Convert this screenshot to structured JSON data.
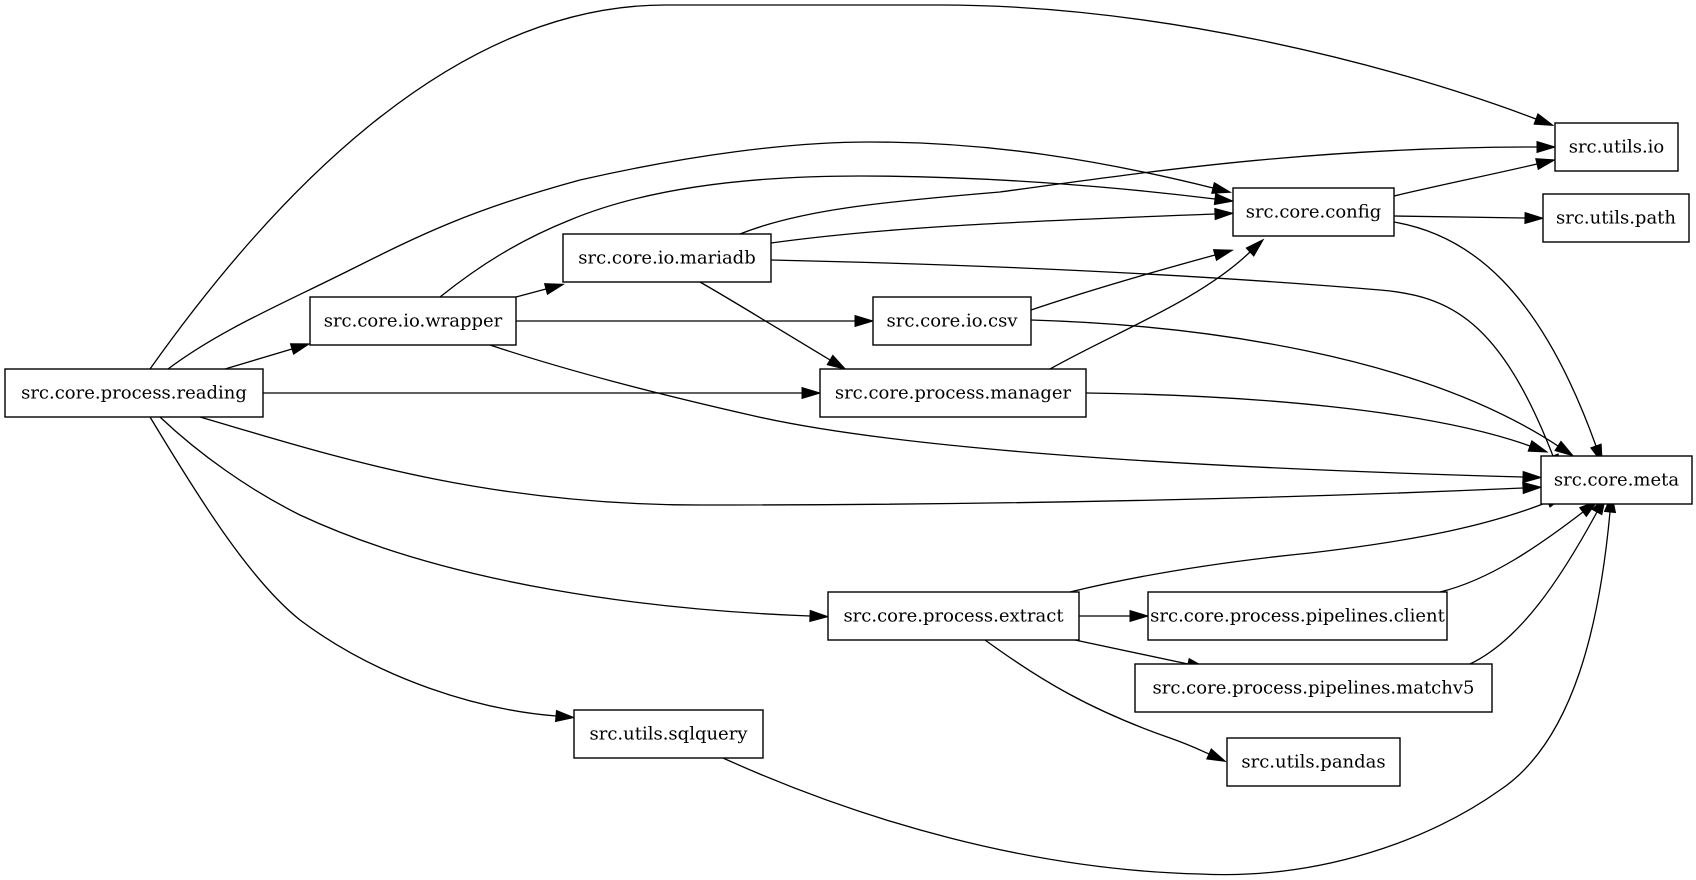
{
  "graph": {
    "nodes": [
      {
        "id": "reading",
        "label": "src.core.process.reading"
      },
      {
        "id": "wrapper",
        "label": "src.core.io.wrapper"
      },
      {
        "id": "mariadb",
        "label": "src.core.io.mariadb"
      },
      {
        "id": "csv",
        "label": "src.core.io.csv"
      },
      {
        "id": "manager",
        "label": "src.core.process.manager"
      },
      {
        "id": "config",
        "label": "src.core.config"
      },
      {
        "id": "utils_io",
        "label": "src.utils.io"
      },
      {
        "id": "utils_path",
        "label": "src.utils.path"
      },
      {
        "id": "meta",
        "label": "src.core.meta"
      },
      {
        "id": "extract",
        "label": "src.core.process.extract"
      },
      {
        "id": "client",
        "label": "src.core.process.pipelines.client"
      },
      {
        "id": "matchv5",
        "label": "src.core.process.pipelines.matchv5"
      },
      {
        "id": "pandas",
        "label": "src.utils.pandas"
      },
      {
        "id": "sqlquery",
        "label": "src.utils.sqlquery"
      }
    ],
    "edges": [
      {
        "from": "reading",
        "to": "utils_io"
      },
      {
        "from": "reading",
        "to": "config"
      },
      {
        "from": "reading",
        "to": "wrapper"
      },
      {
        "from": "reading",
        "to": "manager"
      },
      {
        "from": "reading",
        "to": "meta"
      },
      {
        "from": "reading",
        "to": "extract"
      },
      {
        "from": "reading",
        "to": "sqlquery"
      },
      {
        "from": "wrapper",
        "to": "config"
      },
      {
        "from": "wrapper",
        "to": "mariadb"
      },
      {
        "from": "wrapper",
        "to": "csv"
      },
      {
        "from": "wrapper",
        "to": "meta"
      },
      {
        "from": "mariadb",
        "to": "utils_io"
      },
      {
        "from": "mariadb",
        "to": "config"
      },
      {
        "from": "mariadb",
        "to": "meta"
      },
      {
        "from": "mariadb",
        "to": "manager"
      },
      {
        "from": "csv",
        "to": "config"
      },
      {
        "from": "csv",
        "to": "meta"
      },
      {
        "from": "manager",
        "to": "config"
      },
      {
        "from": "manager",
        "to": "meta"
      },
      {
        "from": "config",
        "to": "utils_io"
      },
      {
        "from": "config",
        "to": "utils_path"
      },
      {
        "from": "config",
        "to": "meta"
      },
      {
        "from": "extract",
        "to": "meta"
      },
      {
        "from": "extract",
        "to": "client"
      },
      {
        "from": "extract",
        "to": "matchv5"
      },
      {
        "from": "extract",
        "to": "pandas"
      },
      {
        "from": "client",
        "to": "meta"
      },
      {
        "from": "matchv5",
        "to": "meta"
      },
      {
        "from": "sqlquery",
        "to": "meta"
      }
    ]
  }
}
